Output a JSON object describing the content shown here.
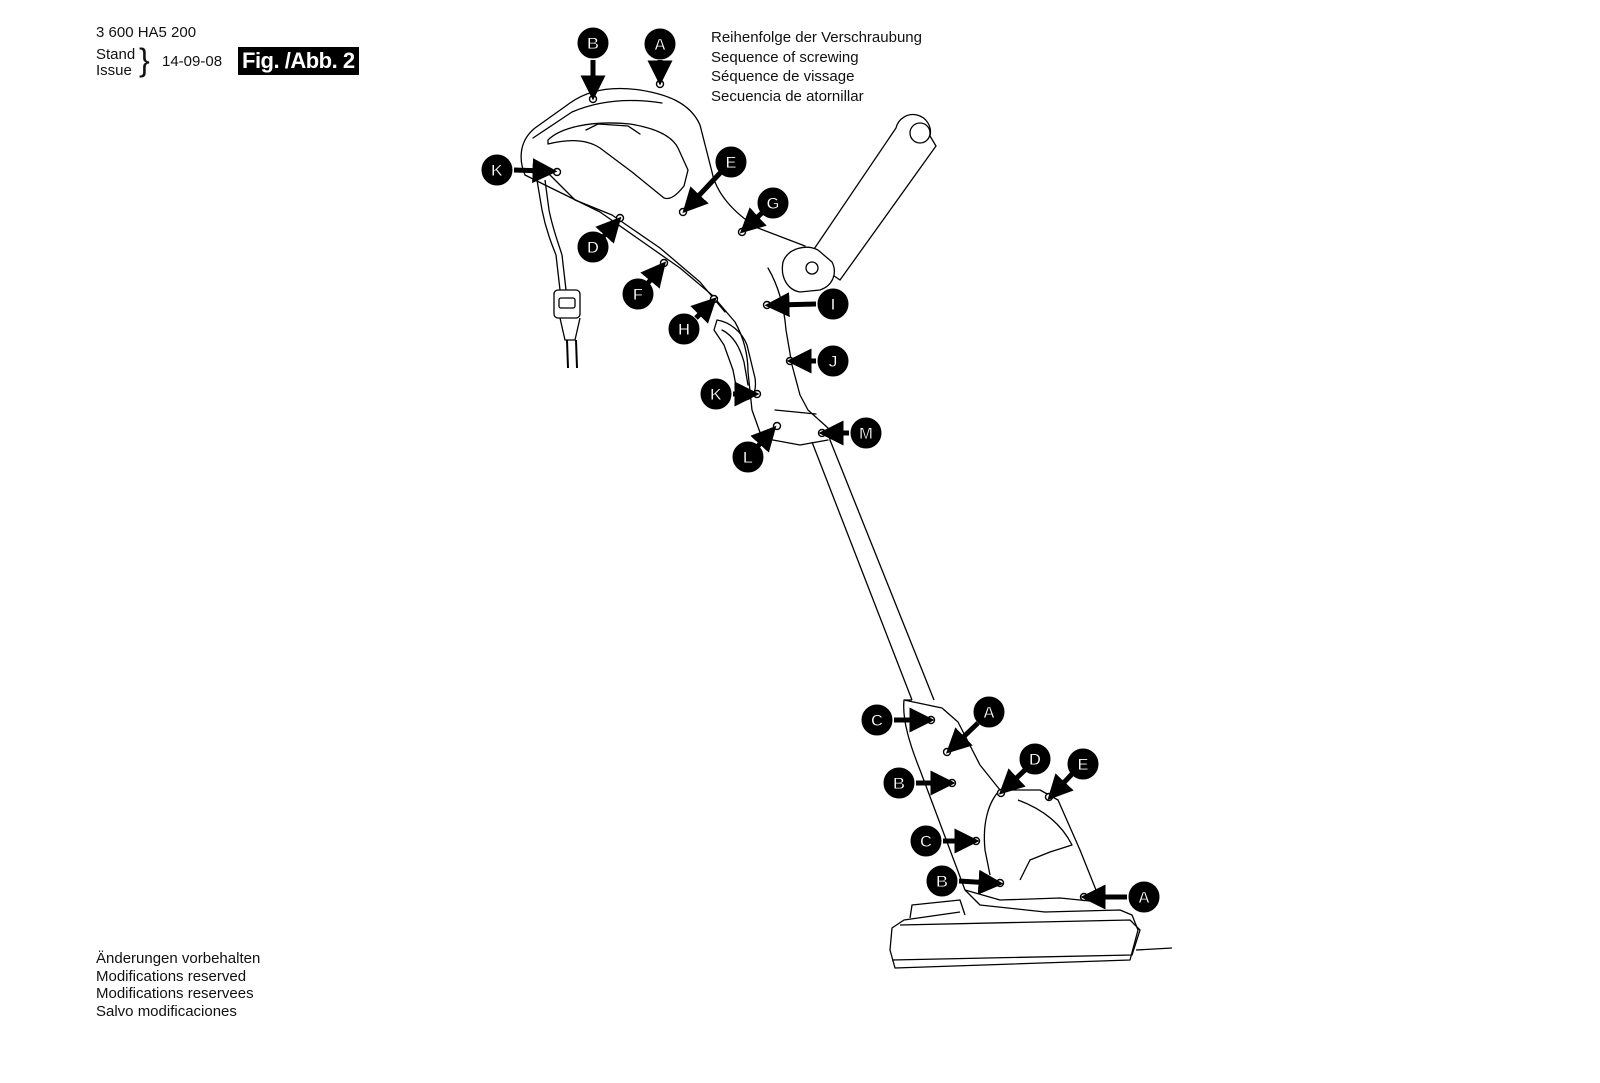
{
  "header": {
    "part_number": "3 600 HA5 200",
    "stand_label": "Stand",
    "issue_label": "Issue",
    "brace": "}",
    "date": "14-09-08",
    "figure_label": "Fig. /Abb. 2"
  },
  "sequence_note": [
    "Reihenfolge der Verschraubung",
    "Sequence of screwing",
    "Séquence de vissage",
    "Secuencia de atornillar"
  ],
  "modifications_note": [
    "Änderungen vorbehalten",
    "Modifications reserved",
    "Modifications reservees",
    "Salvo modificaciones"
  ],
  "callouts": [
    {
      "letter": "B",
      "part": "top handle"
    },
    {
      "letter": "A",
      "part": "top handle"
    },
    {
      "letter": "K",
      "part": "top handle"
    },
    {
      "letter": "E",
      "part": "top handle"
    },
    {
      "letter": "G",
      "part": "top handle"
    },
    {
      "letter": "D",
      "part": "top handle"
    },
    {
      "letter": "F",
      "part": "top handle"
    },
    {
      "letter": "I",
      "part": "top handle"
    },
    {
      "letter": "H",
      "part": "top handle"
    },
    {
      "letter": "J",
      "part": "top handle"
    },
    {
      "letter": "K",
      "part": "top handle"
    },
    {
      "letter": "M",
      "part": "top handle"
    },
    {
      "letter": "L",
      "part": "top handle"
    },
    {
      "letter": "C",
      "part": "motor housing"
    },
    {
      "letter": "A",
      "part": "motor housing"
    },
    {
      "letter": "D",
      "part": "motor housing"
    },
    {
      "letter": "E",
      "part": "motor housing"
    },
    {
      "letter": "B",
      "part": "motor housing"
    },
    {
      "letter": "C",
      "part": "motor housing"
    },
    {
      "letter": "B",
      "part": "motor housing"
    },
    {
      "letter": "A",
      "part": "motor housing"
    }
  ],
  "colors": {
    "ink": "#000000",
    "paper": "#ffffff"
  }
}
